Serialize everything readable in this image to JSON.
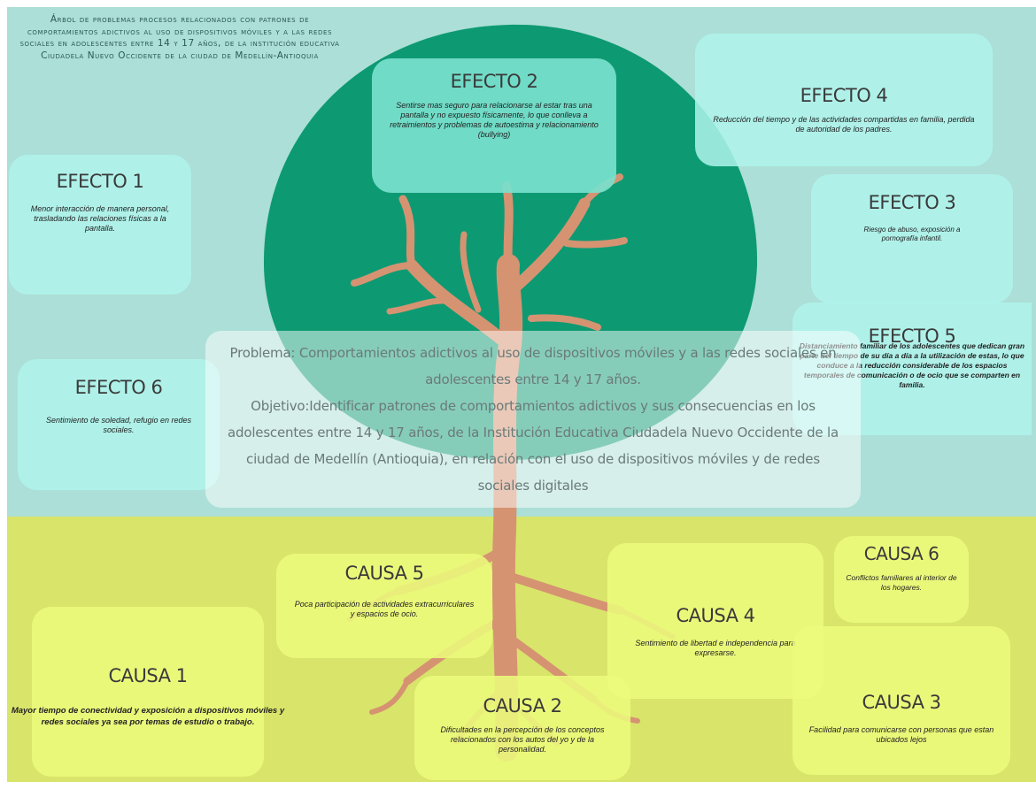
{
  "colors": {
    "sky": "#acdfd7",
    "ground": "#d9e46a",
    "canopy": "#0d9a72",
    "trunk": "#d59372",
    "effect_card": "#aff4ec",
    "cause_card": "#ecfa7c"
  },
  "title": "Árbol de problemas procesos relacionados con patrones de comportamientos adictivos al uso de dispositivos móviles y a las redes sociales en adolescentes entre 14 y 17 años, de la institución educativa Ciudadela Nuevo Occidente de la ciudad de Medellín-Antioquia",
  "problem": {
    "problem_text": "Problema: Comportamientos adictivos al uso de dispositivos móviles y a las redes sociales en adolescentes entre 14 y 17 años.",
    "objective_text": "Objetivo:Identificar patrones de comportamientos adictivos y sus consecuencias en los adolescentes entre 14 y 17 años, de la Institución Educativa Ciudadela Nuevo Occidente de la ciudad de Medellín (Antioquia), en relación con el uso de dispositivos móviles y de redes sociales digitales"
  },
  "effects": [
    {
      "title": "EFECTO 1",
      "text": "Menor interacción de manera personal, trasladando las relaciones físicas a la pantalla."
    },
    {
      "title": "EFECTO 2",
      "text": "Sentirse mas seguro para relacionarse al estar tras una pantalla  y no expuesto físicamente, lo que conlleva a retraimientos y problemas de autoestima y relacionamiento (bullying)"
    },
    {
      "title": "EFECTO 3",
      "text": "Riesgo de abuso, exposición a pornografía infantil."
    },
    {
      "title": "EFECTO 4",
      "text": "Reducción del tiempo y de las actividades compartidas en familia, perdida de autoridad de los padres."
    },
    {
      "title": "EFECTO 5",
      "text": "Distanciamiento familiar de  los adolescentes que dedican gran parte del tiempo de su día a día a la utilización de estas, lo que conduce a la reducción considerable de los espacios temporales de comunicación o de ocio que se comparten en familia."
    },
    {
      "title": "EFECTO 6",
      "text": "Sentimiento de soledad, refugio en redes sociales."
    }
  ],
  "causes": [
    {
      "title": "CAUSA 1",
      "text": "Mayor tiempo de conectividad y exposición a dispositivos móviles y redes sociales ya sea por temas de estudio o trabajo."
    },
    {
      "title": "CAUSA 2",
      "text": "Dificultades en la percepción de los conceptos relacionados con los autos del yo y de la personalidad."
    },
    {
      "title": "CAUSA 3",
      "text": "Facilidad para comunicarse con personas que estan ubicados lejos"
    },
    {
      "title": "CAUSA 4",
      "text": "Sentimiento de libertad e independencia  para expresarse."
    },
    {
      "title": "CAUSA 5",
      "text": "Poca participación de actividades extracurriculares y espacios de ocio."
    },
    {
      "title": "CAUSA 6",
      "text": "Conflictos familiares al interior de los hogares."
    }
  ]
}
